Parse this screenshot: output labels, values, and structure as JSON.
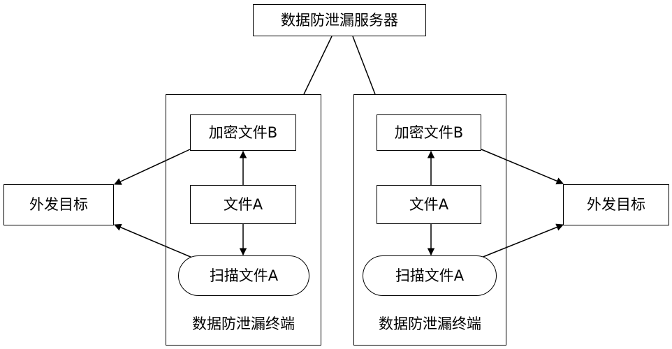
{
  "diagram": {
    "server": {
      "label": "数据防泄漏服务器"
    },
    "left_terminal": {
      "label": "数据防泄漏终端",
      "encrypted_file": "加密文件B",
      "file": "文件A",
      "scan": "扫描文件A"
    },
    "right_terminal": {
      "label": "数据防泄漏终端",
      "encrypted_file": "加密文件B",
      "file": "文件A",
      "scan": "扫描文件A"
    },
    "left_target": {
      "label": "外发目标"
    },
    "right_target": {
      "label": "外发目标"
    },
    "colors": {
      "stroke": "#000000",
      "background": "#ffffff"
    }
  }
}
